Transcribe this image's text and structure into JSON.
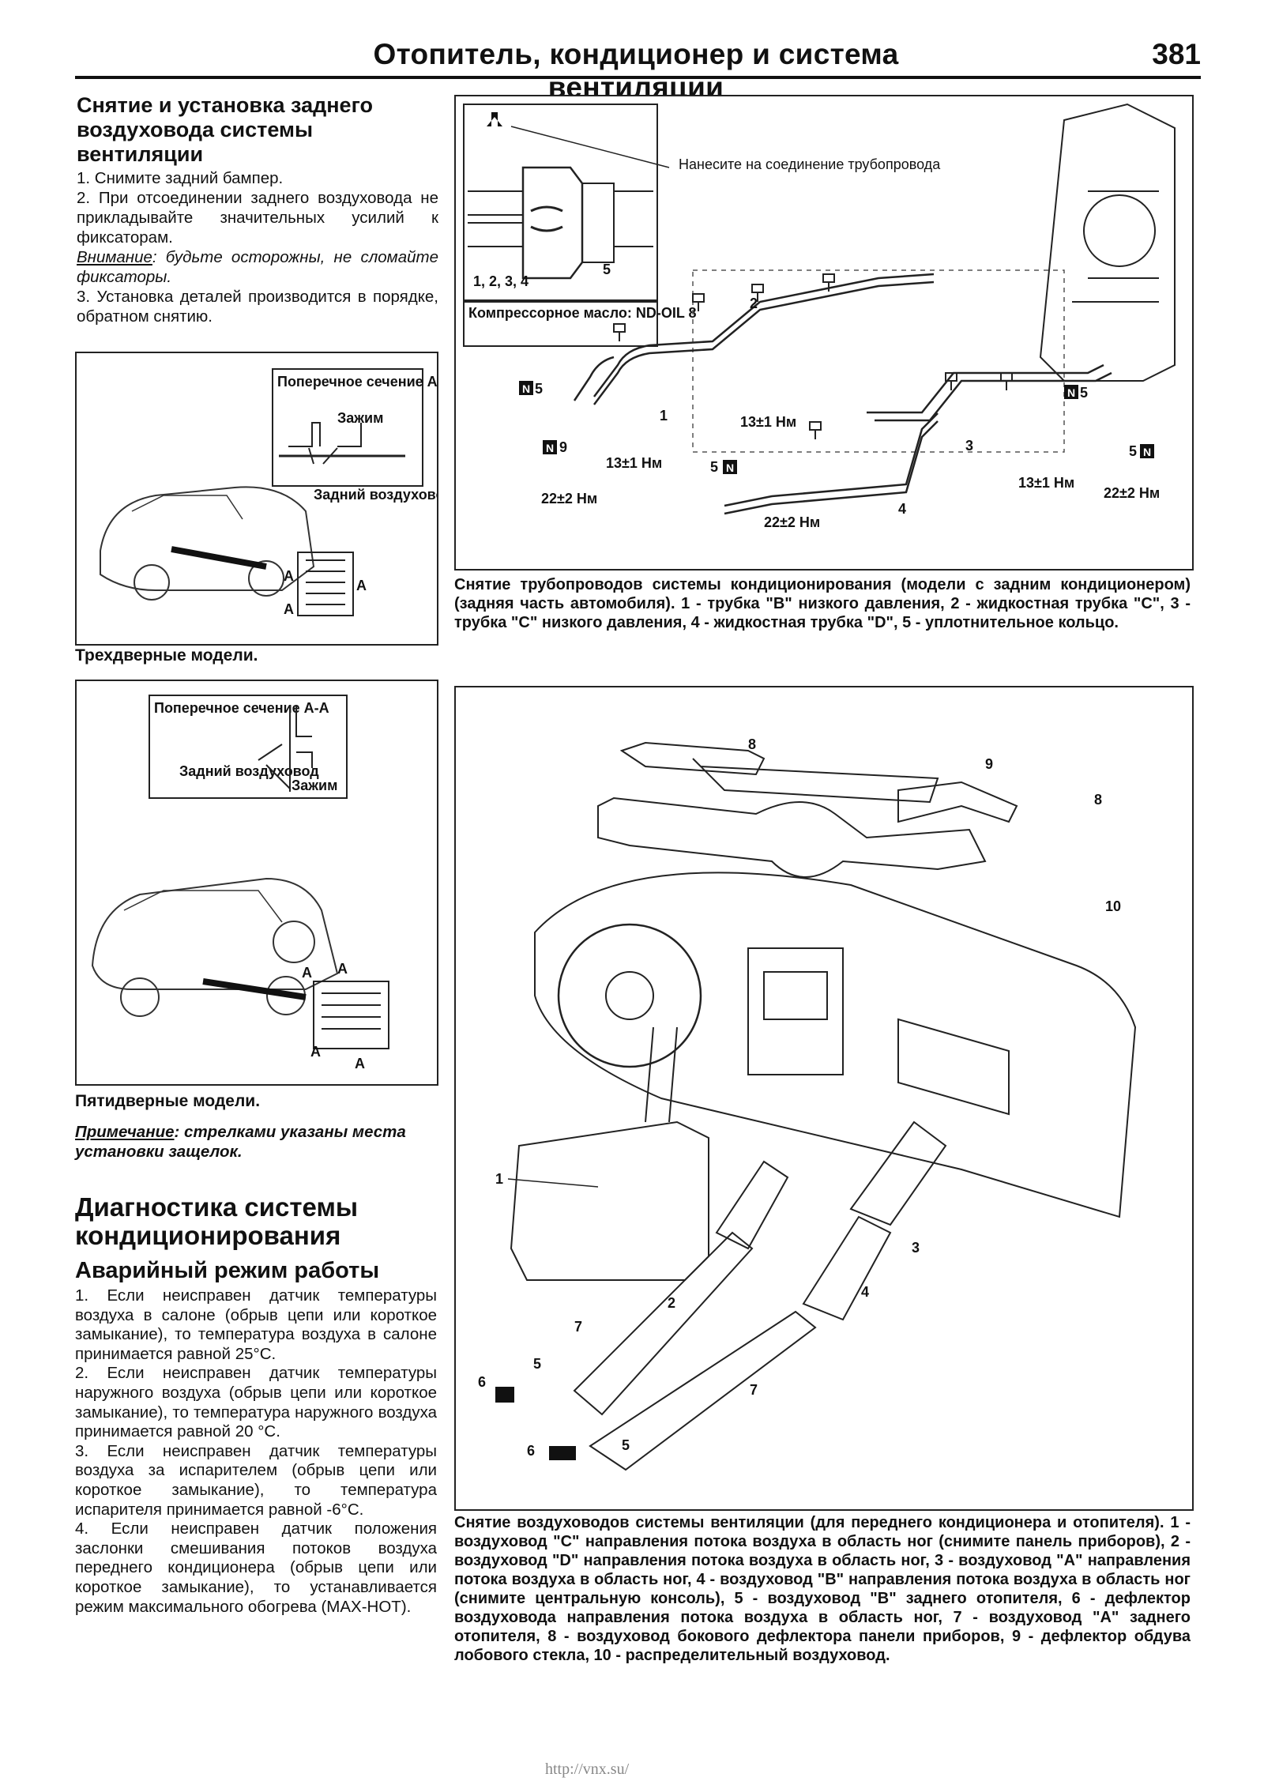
{
  "header": {
    "title": "Отопитель, кондиционер и система вентиляции",
    "page_number": "381"
  },
  "left_column": {
    "section1": {
      "heading": "Снятие и установка заднего воздуховода системы вентиляции",
      "step1": "1. Снимите задний бампер.",
      "step2": "2. При отсоединении заднего воздуховода не прикладывайте значительных усилий к фиксаторам.",
      "warning_label": "Внимание",
      "warning_text": ": будьте осторожны, не сломайте фиксаторы.",
      "step3": "3. Установка деталей производится в порядке, обратном снятию."
    },
    "fig_three_door": {
      "label_section": "Поперечное сечение А-А",
      "label_clamp": "Зажим",
      "label_duct": "Задний воздуховод",
      "label_a": "A",
      "caption": "Трехдверные модели."
    },
    "fig_five_door": {
      "label_section": "Поперечное сечение А-А",
      "label_duct": "Задний воздуховод",
      "label_clamp": "Зажим",
      "label_a": "A",
      "caption": "Пятидверные модели."
    },
    "note_label": "Примечание",
    "note_text": ": стрелками указаны места установки защелок.",
    "section2": {
      "heading": "Диагностика системы кондиционирования",
      "subheading": "Аварийный режим работы",
      "p1": "1. Если неисправен датчик температуры воздуха в салоне (обрыв цепи или короткое замыкание), то температура воздуха в салоне принимается равной 25°C.",
      "p2": "2. Если неисправен датчик температуры наружного воздуха (обрыв цепи или короткое замыкание), то температура наружного воздуха принимается равной 20 °C.",
      "p3": "3. Если неисправен датчик температуры воздуха за испарителем (обрыв цепи или короткое замыкание), то температура испарителя принимается равной -6°C.",
      "p4": "4. Если неисправен датчик положения заслонки смешивания потоков воздуха переднего кондиционера (обрыв цепи или короткое замыкание), то устанавливается режим максимального обогрева (MAX-HOT)."
    }
  },
  "right_column": {
    "fig_pipes": {
      "inset_note": "Нанесите на соединение трубопровода",
      "inset_numbers": "1, 2, 3, 4",
      "inset_five": "5",
      "oil_label": "Компрессорное масло: ND-OIL 8",
      "labels": [
        "1",
        "2",
        "3",
        "4",
        "5"
      ],
      "torque_13": "13±1 Нм",
      "torque_22": "22±2 Нм",
      "tag_n5": "N",
      "tag_n9": "N",
      "num_5": "5",
      "num_9": "9",
      "caption": "Снятие трубопроводов системы кондиционирования (модели с задним кондиционером) (задняя часть автомобиля). 1 - трубка \"B\" низкого давления, 2 - жидкостная трубка \"C\", 3 - трубка \"C\" низкого давления, 4 - жидкостная трубка \"D\", 5 - уплотнительное кольцо."
    },
    "fig_ducts": {
      "labels": [
        "1",
        "2",
        "3",
        "4",
        "5",
        "6",
        "7",
        "8",
        "9",
        "10"
      ],
      "caption": "Снятие воздуховодов системы вентиляции (для переднего кондиционера и отопителя). 1 - воздуховод \"C\" направления потока воздуха в область ног (снимите панель приборов), 2 - воздуховод \"D\" направления потока воздуха в область ног, 3 - воздуховод \"A\" направления потока воздуха в область ног, 4 - воздуховод \"B\" направления потока воздуха в область ног (снимите центральную консоль), 5 - воздуховод \"B\" заднего отопителя, 6 - дефлектор воздуховода направления потока воздуха в область ног, 7 - воздуховод \"A\" заднего отопителя, 8 - воздуховод бокового дефлектора панели приборов, 9 - дефлектор обдува лобового стекла, 10 - распределительный воздуховод."
    }
  },
  "watermark": "http://vnx.su/"
}
